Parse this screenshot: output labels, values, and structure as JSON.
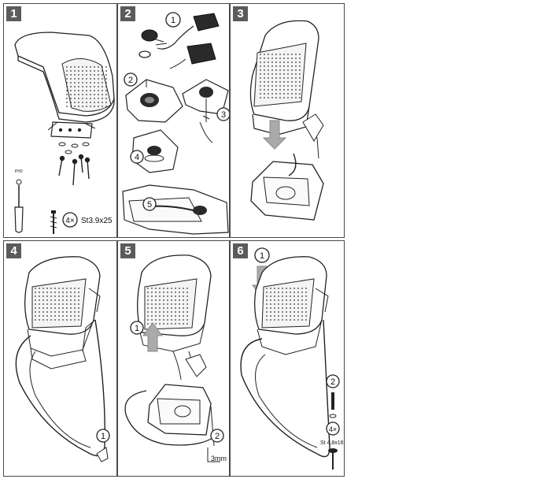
{
  "panels": [
    {
      "number": "1",
      "callouts": {
        "quantity": "4×",
        "screw_spec": "St3.9x25",
        "tool_label": "PH2"
      }
    },
    {
      "number": "2",
      "callouts": {
        "step_a": "1",
        "step_b": "2",
        "step_c": "3",
        "step_d": "4",
        "step_e": "5"
      }
    },
    {
      "number": "3"
    },
    {
      "number": "4",
      "callouts": {
        "step_a": "1"
      }
    },
    {
      "number": "5",
      "callouts": {
        "step_a": "1",
        "step_b": "2",
        "gap": "3mm"
      }
    },
    {
      "number": "6",
      "callouts": {
        "step_a": "1",
        "step_b": "2",
        "quantity": "4×",
        "screw_spec": "St 4,8x16"
      }
    }
  ],
  "colors": {
    "border": "#4a4a4a",
    "badge": "#5b5b5b",
    "arrow": "#9a9a9a",
    "line": "#222222"
  }
}
